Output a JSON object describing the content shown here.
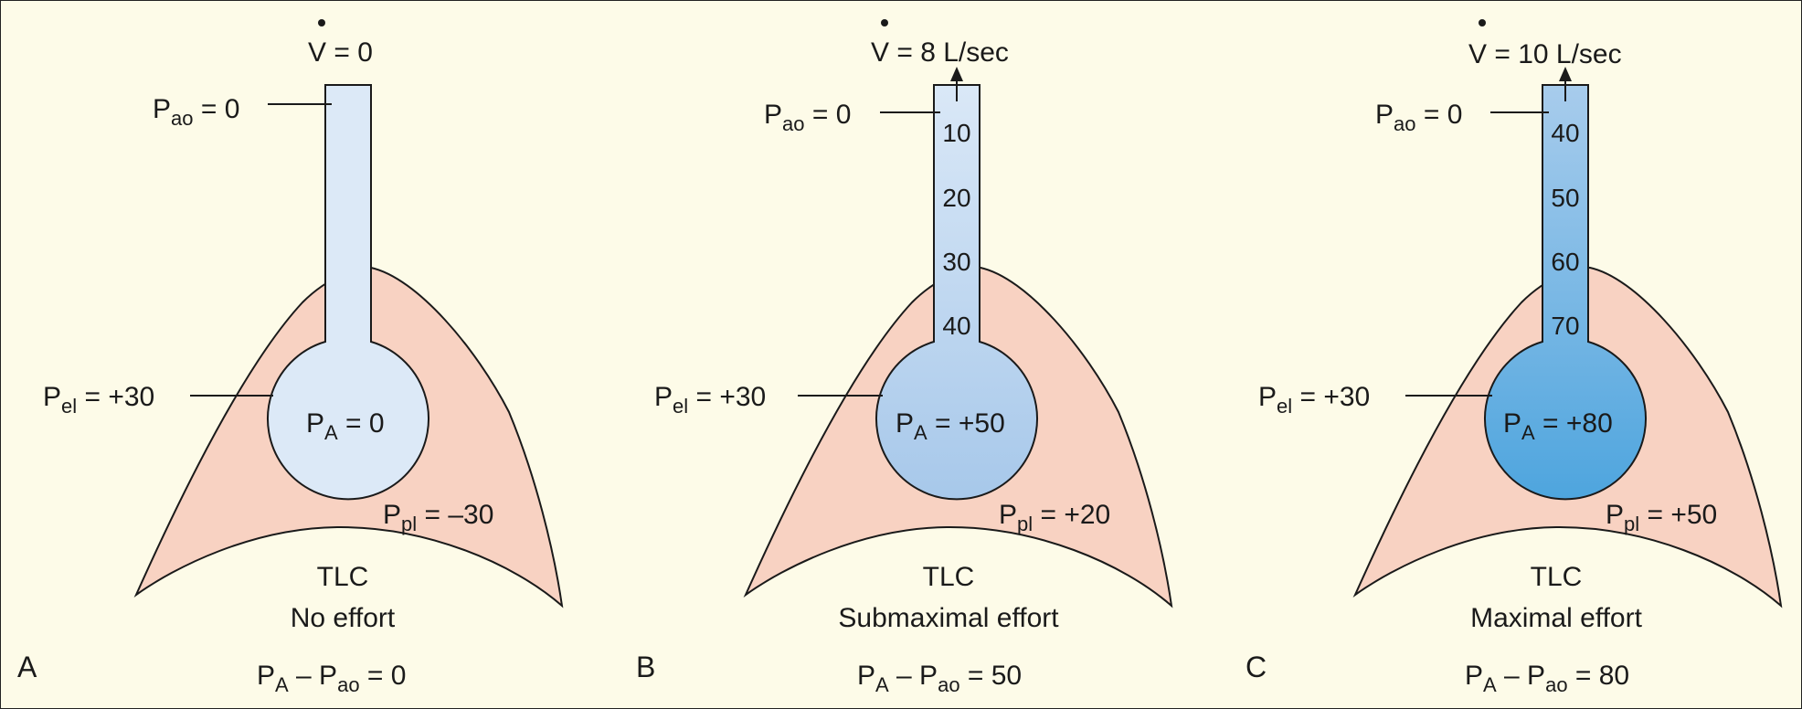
{
  "colors": {
    "background": "#fdfbe8",
    "chest": "#f8d2c2",
    "airway_a": "#dce9f7",
    "alveolus_b_top": "#dae8f7",
    "alveolus_b_bottom": "#a7c8ea",
    "alveolus_c_top": "#a8ccec",
    "alveolus_c_bottom": "#4ea5de",
    "outline": "#1a1a1a"
  },
  "panels": [
    {
      "letter": "A",
      "flow": "V = 0",
      "pao": {
        "main": "P",
        "sub": "ao",
        "rest": " = 0"
      },
      "pel": {
        "main": "P",
        "sub": "el",
        "rest": " = +30"
      },
      "pa": {
        "main": "P",
        "sub": "A",
        "rest": " =  0"
      },
      "ppl": {
        "main": "P",
        "sub": "pl",
        "rest": " = –30"
      },
      "state": "TLC",
      "effort": "No effort",
      "difference": {
        "p1": "P",
        "s1": "A",
        "mid": " – P",
        "s2": "ao",
        "rest": " = 0"
      },
      "ticks": []
    },
    {
      "letter": "B",
      "flow": "V = 8 L/sec",
      "pao": {
        "main": "P",
        "sub": "ao",
        "rest": " = 0"
      },
      "pel": {
        "main": "P",
        "sub": "el",
        "rest": " = +30"
      },
      "pa": {
        "main": "P",
        "sub": "A",
        "rest": " = +50"
      },
      "ppl": {
        "main": "P",
        "sub": "pl",
        "rest": " = +20"
      },
      "state": "TLC",
      "effort": "Submaximal effort",
      "difference": {
        "p1": "P",
        "s1": "A",
        "mid": " – P",
        "s2": "ao",
        "rest": " = 50"
      },
      "ticks": [
        "10",
        "20",
        "30",
        "40"
      ]
    },
    {
      "letter": "C",
      "flow": "V = 10 L/sec",
      "pao": {
        "main": "P",
        "sub": "ao",
        "rest": " = 0"
      },
      "pel": {
        "main": "P",
        "sub": "el",
        "rest": " = +30"
      },
      "pa": {
        "main": "P",
        "sub": "A",
        "rest": " = +80"
      },
      "ppl": {
        "main": "P",
        "sub": "pl",
        "rest": " = +50"
      },
      "state": "TLC",
      "effort": "Maximal effort",
      "difference": {
        "p1": "P",
        "s1": "A",
        "mid": " – P",
        "s2": "ao",
        "rest": " = 80"
      },
      "ticks": [
        "40",
        "50",
        "60",
        "70"
      ]
    }
  ]
}
